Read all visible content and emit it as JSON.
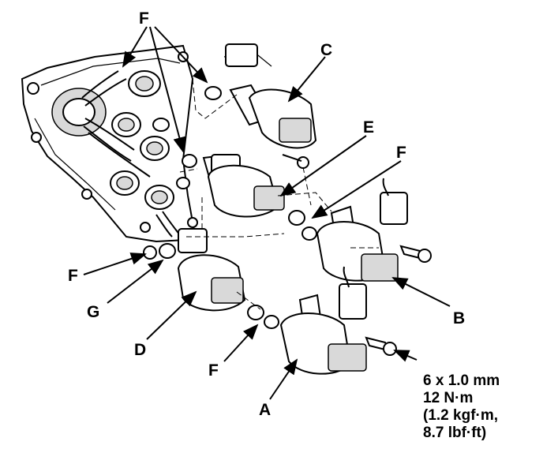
{
  "diagram": {
    "labels": {
      "a": "A",
      "b": "B",
      "c": "C",
      "d": "D",
      "e": "E",
      "f_top": "F",
      "f_right": "F",
      "f_left": "F",
      "f_bottom": "F",
      "g": "G"
    },
    "torque_spec": [
      "6 x 1.0 mm",
      "12 N·m",
      "(1.2 kgf·m,",
      "8.7 lbf·ft)"
    ]
  }
}
